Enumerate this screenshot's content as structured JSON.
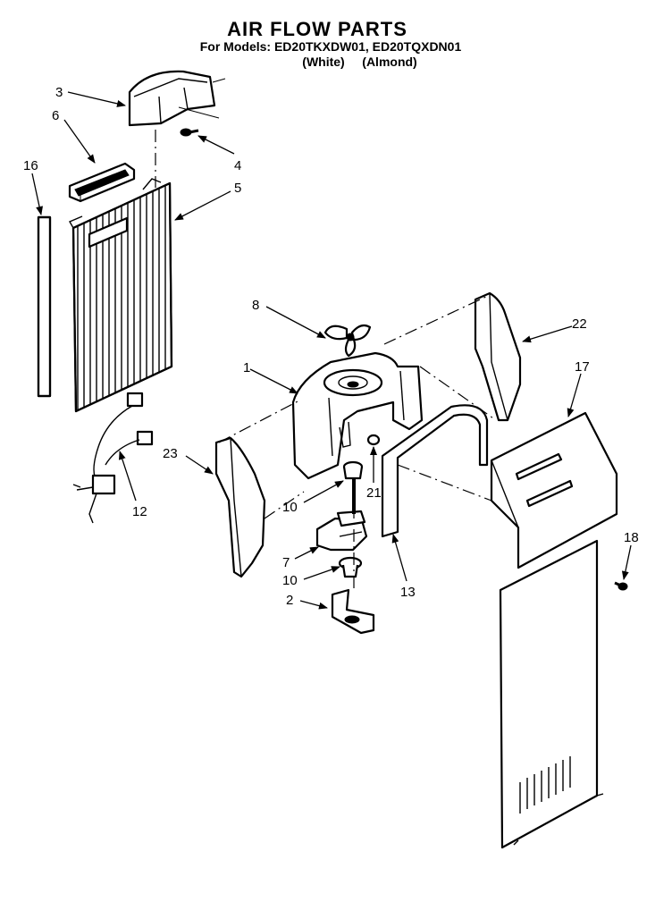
{
  "header": {
    "title": "AIR FLOW PARTS",
    "models_line": "For Models: ED20TKXDW01, ED20TQXDN01",
    "variant_white": "(White)",
    "variant_almond": "(Almond)"
  },
  "callouts": [
    {
      "id": "c3",
      "text": "3"
    },
    {
      "id": "c6",
      "text": "6"
    },
    {
      "id": "c16",
      "text": "16"
    },
    {
      "id": "c4",
      "text": "4"
    },
    {
      "id": "c5",
      "text": "5"
    },
    {
      "id": "c8",
      "text": "8"
    },
    {
      "id": "c1",
      "text": "1"
    },
    {
      "id": "c22",
      "text": "22"
    },
    {
      "id": "c17",
      "text": "17"
    },
    {
      "id": "c23",
      "text": "23"
    },
    {
      "id": "c12",
      "text": "12"
    },
    {
      "id": "c21",
      "text": "21"
    },
    {
      "id": "c10a",
      "text": "10"
    },
    {
      "id": "c7",
      "text": "7"
    },
    {
      "id": "c10b",
      "text": "10"
    },
    {
      "id": "c2",
      "text": "2"
    },
    {
      "id": "c13",
      "text": "13"
    },
    {
      "id": "c18",
      "text": "18"
    }
  ]
}
